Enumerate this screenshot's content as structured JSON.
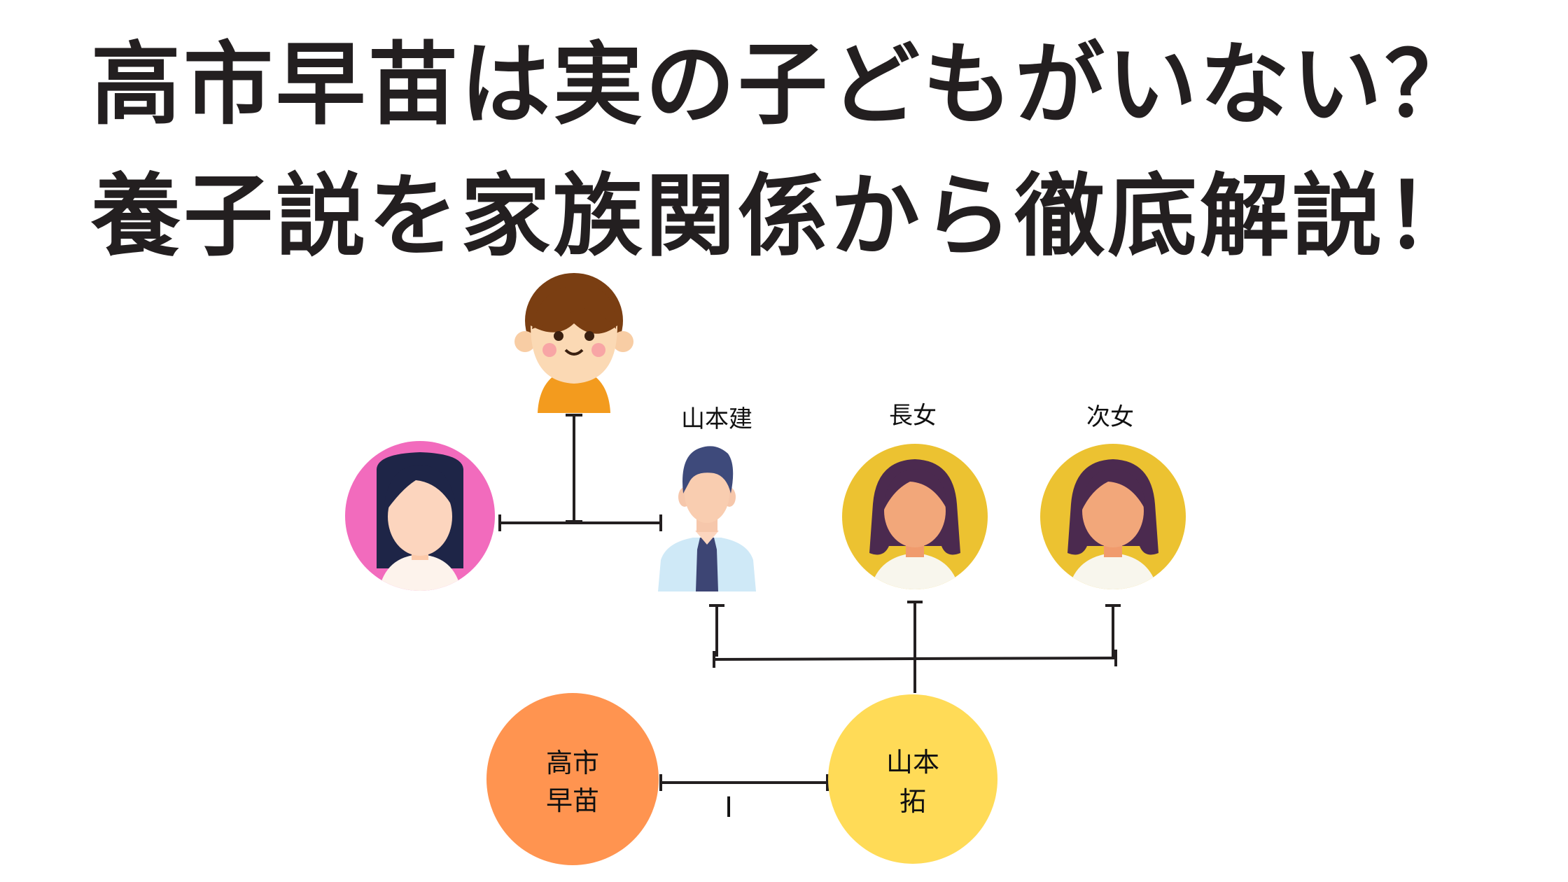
{
  "title": {
    "line1": "高市早苗は実の子どもがいない？",
    "line2": "養子説を家族関係から徹底解説！"
  },
  "family": {
    "father_label": "山本建",
    "elder_daughter_label": "長女",
    "younger_daughter_label": "次女",
    "takaichi_line1": "高市",
    "takaichi_line2": "早苗",
    "yamamoto_line1": "山本",
    "yamamoto_line2": "拓",
    "marriage_mark": "I"
  },
  "colors": {
    "wife_circle": "#f26bbd",
    "daughter_circle": "#ecc231",
    "takaichi_circle": "#ff9450",
    "yamamoto_circle": "#ffdb57",
    "line": "#231f20"
  },
  "icons": [
    "boy-icon",
    "woman-icon",
    "businessman-icon",
    "daughter-icon"
  ]
}
